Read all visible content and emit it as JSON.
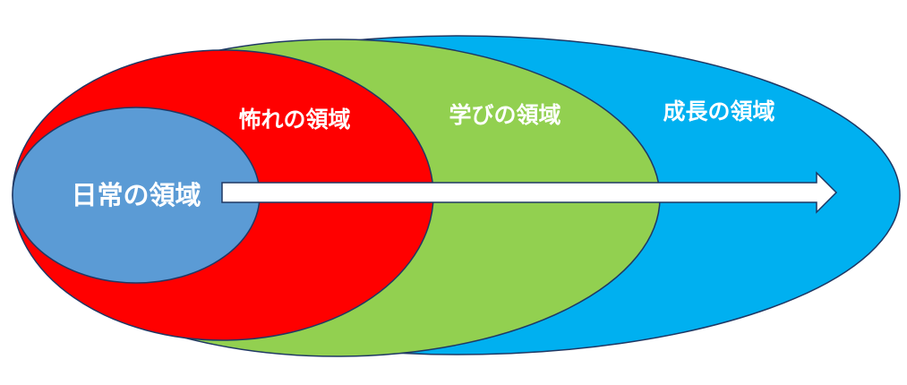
{
  "zones": [
    {
      "id": "growth",
      "label": "成長の領域",
      "color": "#00B0F0"
    },
    {
      "id": "learning",
      "label": "学びの領域",
      "color": "#92D050"
    },
    {
      "id": "fear",
      "label": "怖れの領域",
      "color": "#FF0000"
    },
    {
      "id": "comfort",
      "label": "日常の領域",
      "color": "#5B9BD5"
    }
  ],
  "arrow_color": "#FFFFFF",
  "outline_color": "#1F3864"
}
